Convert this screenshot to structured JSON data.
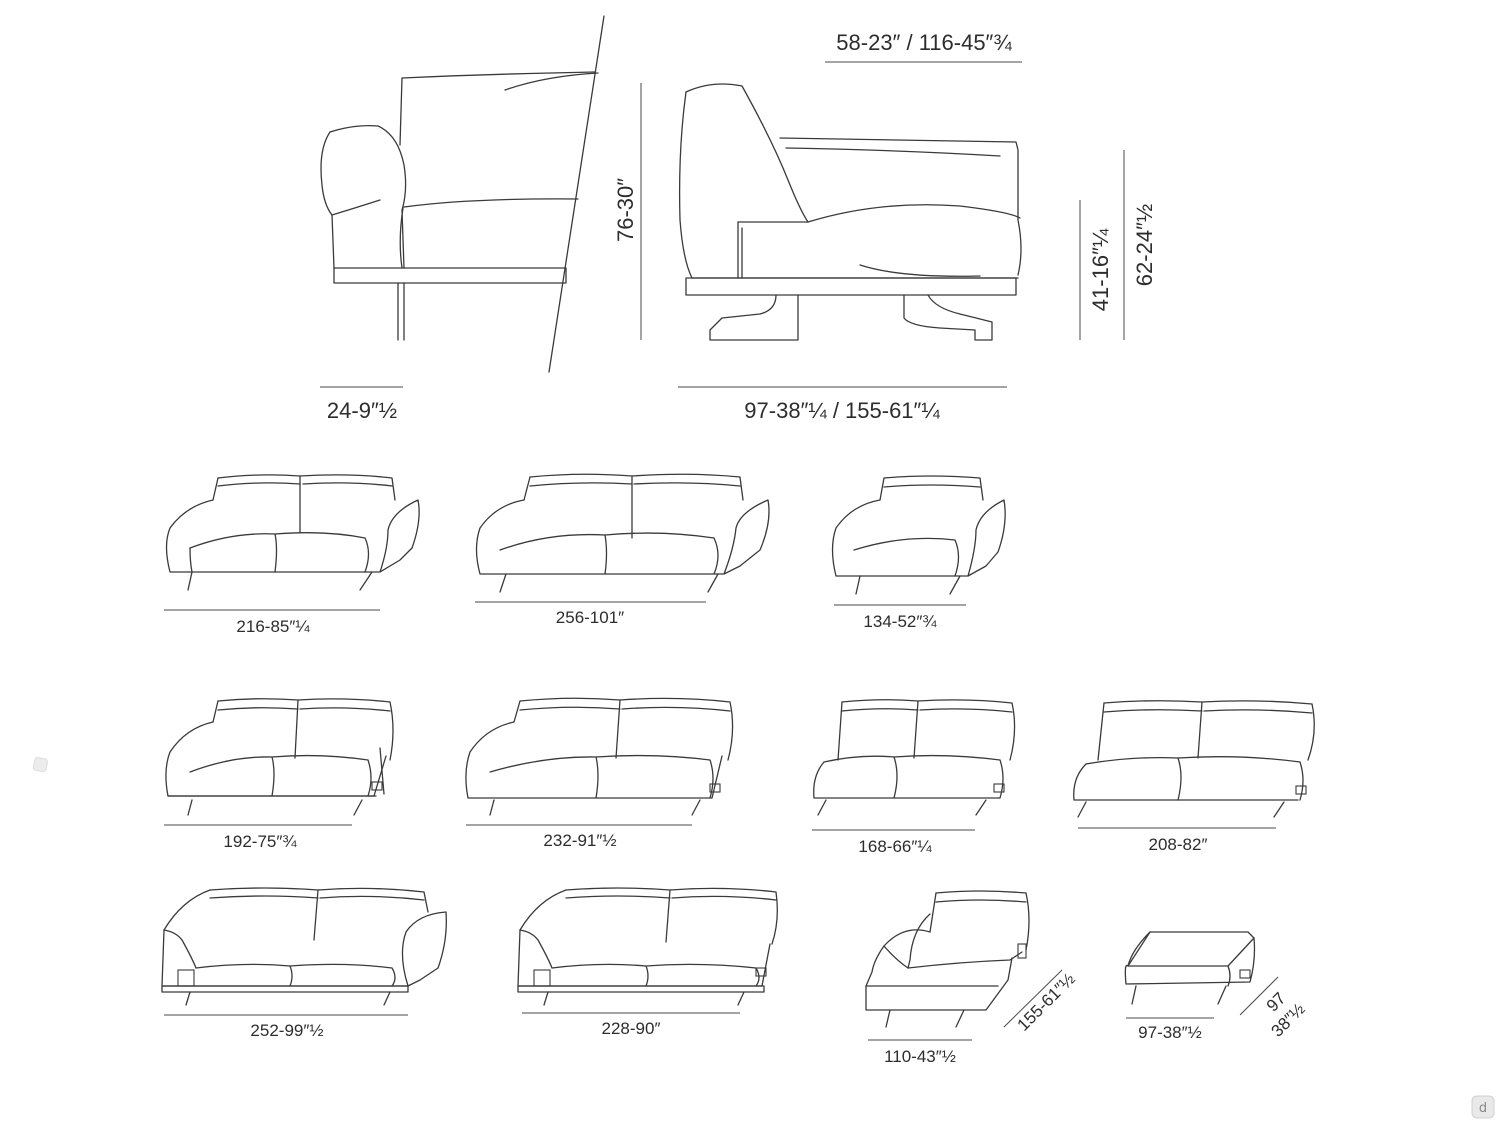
{
  "side_views": {
    "total_depth": "58-23″ / 116-45″¾",
    "height": "76-30″",
    "arm_width": "24-9″½",
    "seat_depth": "97-38″¼ / 155-61″¼",
    "seat_height": "41-16″¼",
    "arm_height": "62-24″½"
  },
  "modules": {
    "sofa_216": "216-85″¼",
    "sofa_256": "256-101″",
    "armchair_134": "134-52″¾",
    "sofa_192": "192-75″¾",
    "sofa_232": "232-91″½",
    "sofa_168": "168-66″¼",
    "sofa_208": "208-82″",
    "sofa_252": "252-99″½",
    "sofa_228": "228-90″",
    "chaise_110": "110-43″½",
    "chaise_depth": "155-61″½",
    "pouf_97": "97-38″½",
    "pouf_depth_cm": "97",
    "pouf_depth_in": "38″½"
  },
  "badge_icon": "d",
  "colors": {
    "line": "#3a3a3a",
    "text": "#2d2d2d",
    "background": "#ffffff"
  }
}
